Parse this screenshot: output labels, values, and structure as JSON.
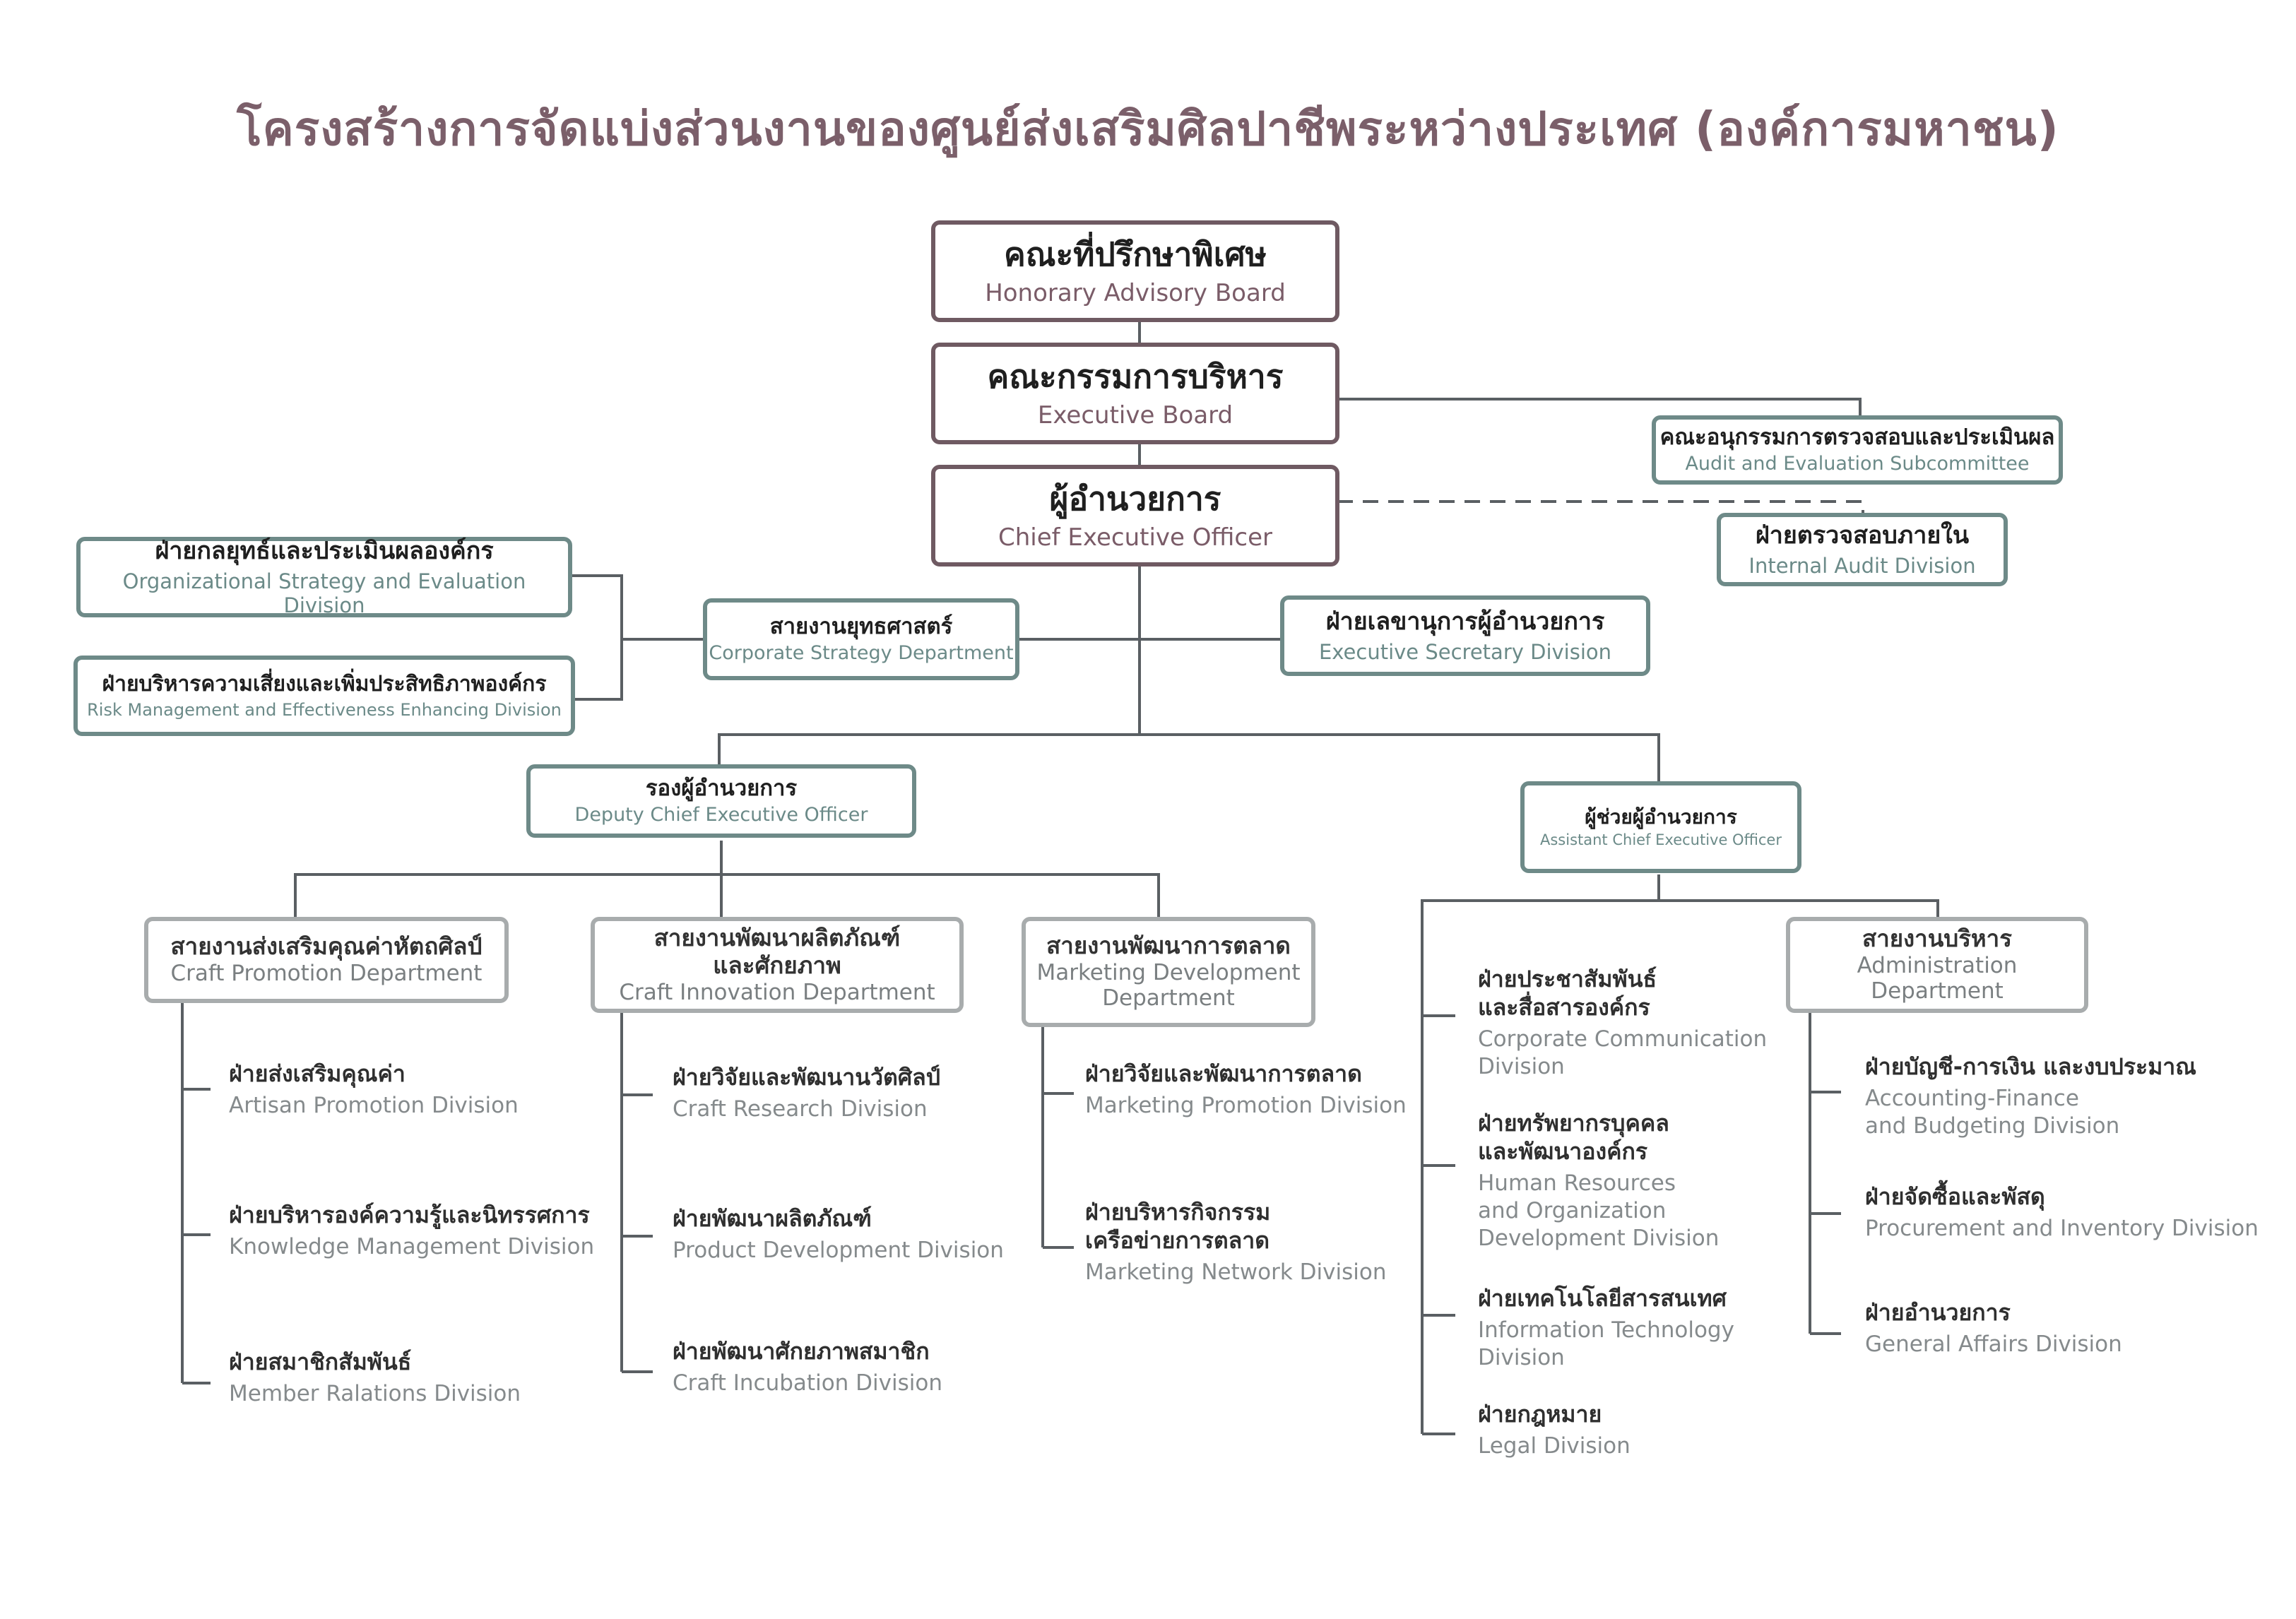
{
  "title": "โครงสร้างการจัดแบ่งส่วนงานของศูนย์ส่งเสริมศิลปาชีพระหว่างประเทศ (องค์การมหาชน)",
  "colors": {
    "mauve": "#6f5a62",
    "teal": "#6e8a88",
    "grey": "#a8acad",
    "line": "#5a5f63"
  },
  "nodes": {
    "honorary": {
      "th": "คณะที่ปรึกษาพิเศษ",
      "en": "Honorary Advisory Board"
    },
    "executive_board": {
      "th": "คณะกรรมการบริหาร",
      "en": "Executive Board"
    },
    "ceo": {
      "th": "ผู้อำนวยการ",
      "en": "Chief Executive Officer"
    },
    "audit_sub": {
      "th": "คณะอนุกรรมการตรวจสอบและประเมินผล",
      "en": "Audit and Evaluation Subcommittee"
    },
    "internal_audit": {
      "th": "ฝ่ายตรวจสอบภายใน",
      "en": "Internal Audit Division"
    },
    "org_strategy": {
      "th": "ฝ่ายกลยุทธ์และประเมินผลองค์กร",
      "en": "Organizational Strategy and Evaluation Division"
    },
    "risk_mgmt": {
      "th": "ฝ่ายบริหารความเสี่ยงและเพิ่มประสิทธิภาพองค์กร",
      "en": "Risk Management and Effectiveness Enhancing Division"
    },
    "corp_strategy": {
      "th": "สายงานยุทธศาสตร์",
      "en": "Corporate Strategy Department"
    },
    "exec_secretary": {
      "th": "ฝ่ายเลขานุการผู้อำนวยการ",
      "en": "Executive Secretary Division"
    },
    "deputy_ceo": {
      "th": "รองผู้อำนวยการ",
      "en": "Deputy Chief Executive Officer"
    },
    "assistant_ceo": {
      "th": "ผู้ช่วยผู้อำนวยการ",
      "en": "Assistant Chief Executive Officer"
    },
    "craft_promotion": {
      "th": "สายงานส่งเสริมคุณค่าหัตถศิลป์",
      "en": "Craft Promotion Department"
    },
    "craft_innovation": {
      "th": "สายงานพัฒนาผลิตภัณฑ์\nและศักยภาพ",
      "en": "Craft Innovation Department"
    },
    "marketing_dev": {
      "th": "สายงานพัฒนาการตลาด",
      "en": "Marketing Development\nDepartment"
    },
    "administration": {
      "th": "สายงานบริหาร",
      "en": "Administration Department"
    }
  },
  "divisions": {
    "craft_promotion": [
      {
        "th": "ฝ่ายส่งเสริมคุณค่า",
        "en": "Artisan Promotion Division"
      },
      {
        "th": "ฝ่ายบริหารองค์ความรู้และนิทรรศการ",
        "en": "Knowledge Management Division"
      },
      {
        "th": "ฝ่ายสมาชิกสัมพันธ์",
        "en": "Member Ralations Division"
      }
    ],
    "craft_innovation": [
      {
        "th": "ฝ่ายวิจัยและพัฒนานวัตศิลป์",
        "en": "Craft Research Division"
      },
      {
        "th": "ฝ่ายพัฒนาผลิตภัณฑ์",
        "en": "Product Development Division"
      },
      {
        "th": "ฝ่ายพัฒนาศักยภาพสมาชิก",
        "en": "Craft Incubation Division"
      }
    ],
    "marketing_dev": [
      {
        "th": "ฝ่ายวิจัยและพัฒนาการตลาด",
        "en": "Marketing Promotion Division"
      },
      {
        "th": "ฝ่ายบริหารกิจกรรม\n เครือข่ายการตลาด",
        "en": "Marketing Network Division"
      }
    ],
    "assistant_direct": [
      {
        "th": "ฝ่ายประชาสัมพันธ์\n และสื่อสารองค์กร",
        "en": "Corporate Communication\nDivision"
      },
      {
        "th": "ฝ่ายทรัพยากรบุคคล\nและพัฒนาองค์กร",
        "en": "Human Resources\nand Organization\nDevelopment Division"
      },
      {
        "th": "ฝ่ายเทคโนโลยีสารสนเทศ",
        "en": "Information Technology\nDivision"
      },
      {
        "th": "ฝ่ายกฎหมาย",
        "en": "Legal Division"
      }
    ],
    "administration": [
      {
        "th": "ฝ่ายบัญชี-การเงิน และงบประมาณ",
        "en": "Accounting-Finance\nand Budgeting Division"
      },
      {
        "th": "ฝ่ายจัดซื้อและพัสดุ",
        "en": "Procurement and Inventory Division"
      },
      {
        "th": "ฝ่ายอำนวยการ",
        "en": "General Affairs Division"
      }
    ]
  }
}
